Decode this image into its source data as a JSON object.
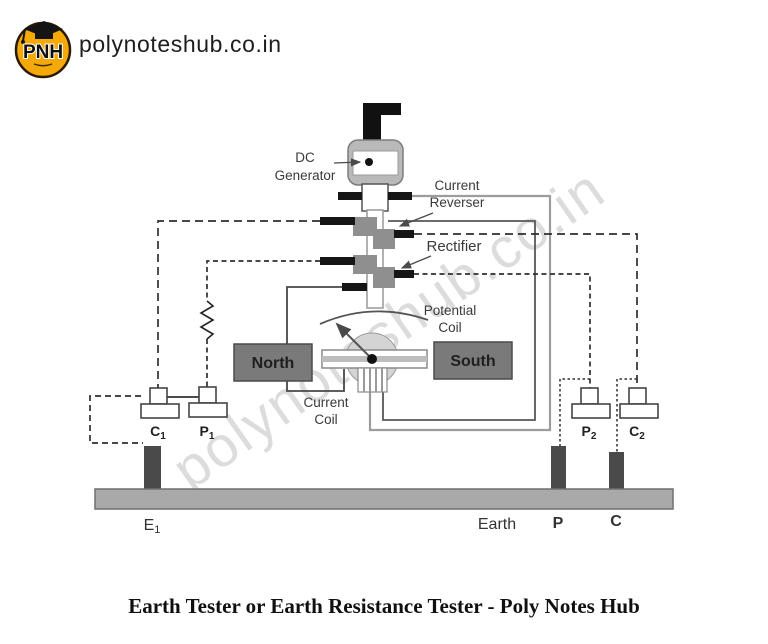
{
  "header": {
    "brand": "polynoteshub.co.in",
    "logo": {
      "monogram": "PNH",
      "bg_color": "#F4A907"
    }
  },
  "watermark": "polynoteshub.co.in",
  "caption": "Earth Tester or Earth Resistance Tester - Poly Notes Hub",
  "diagram": {
    "labels": {
      "generator": {
        "line1": "DC",
        "line2": "Generator"
      },
      "reverser": {
        "line1": "Current",
        "line2": "Reverser"
      },
      "rectifier": "Rectifier",
      "potential_coil": {
        "line1": "Potential",
        "line2": "Coil"
      },
      "current_coil": {
        "line1": "Current",
        "line2": "Coil"
      },
      "north": "North",
      "south": "South",
      "earth": "Earth"
    },
    "terminals": {
      "c1": {
        "main": "C",
        "sub": "1"
      },
      "p1": {
        "main": "P",
        "sub": "1"
      },
      "p2": {
        "main": "P",
        "sub": "2"
      },
      "c2": {
        "main": "C",
        "sub": "2"
      }
    },
    "electrodes": {
      "e1": {
        "main": "E",
        "sub": "1"
      },
      "p": "P",
      "c": "C"
    },
    "colors": {
      "commutator_block": "#8f8f8f",
      "contact_bar": "#161616",
      "magnet_box": "#7a7a7a",
      "earth_bar": "#a9a9a9",
      "electrode": "#4a4a4a",
      "wire_dark": "#3a3a3a",
      "wire_gray": "#9c9c9c",
      "logo_yellow": "#F4A907"
    }
  }
}
